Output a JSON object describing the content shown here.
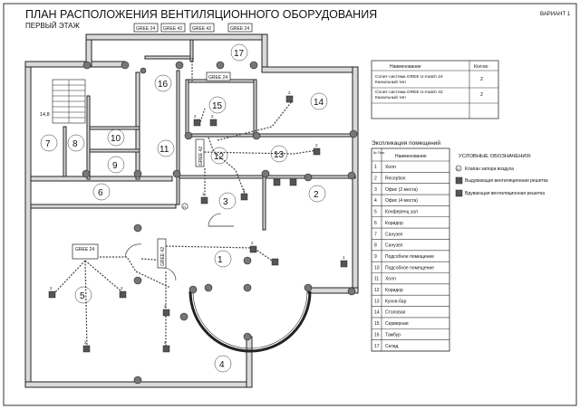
{
  "title": "ПЛАН РАСПОЛОЖЕНИЯ ВЕНТИЛЯЦИОННОГО ОБОРУДОВАНИЯ",
  "subtitle": "ПЕРВЫЙ ЭТАЖ",
  "variant": "ВАРИАНТ 1",
  "units": {
    "u24": "GREE 24",
    "u42": "GREE 42"
  },
  "dim_label": "14,8",
  "grille_numbers": {
    "two": "2",
    "one": "1"
  },
  "rooms": [
    "1",
    "2",
    "3",
    "4",
    "5",
    "6",
    "7",
    "8",
    "9",
    "10",
    "11",
    "12",
    "13",
    "14",
    "15",
    "16",
    "17"
  ],
  "equipment_table": {
    "headers": [
      "Наименование",
      "Кол-во"
    ],
    "rows": [
      {
        "name_line1": "Сплит-система GREE U-match 24",
        "name_line2": "Канальный тип",
        "qty": "2"
      },
      {
        "name_line1": "Сплит-система GREE U-match 42",
        "name_line2": "Канальный тип",
        "qty": "2"
      }
    ]
  },
  "explication": {
    "title": "Экспликация помещений",
    "headers": [
      "№ Пом.",
      "Наименование"
    ],
    "rows": [
      [
        "1",
        "Холл"
      ],
      [
        "2",
        "Reception"
      ],
      [
        "3",
        "Офис (2 места)"
      ],
      [
        "4",
        "Офис (4 места)"
      ],
      [
        "5",
        "Конференц зал"
      ],
      [
        "6",
        "Коридор"
      ],
      [
        "7",
        "Санузел"
      ],
      [
        "8",
        "Санузел"
      ],
      [
        "9",
        "Подсобное помещение"
      ],
      [
        "10",
        "Подсобное помещение"
      ],
      [
        "11",
        "Холл"
      ],
      [
        "12",
        "Коридор"
      ],
      [
        "13",
        "Кухня-бар"
      ],
      [
        "14",
        "Столовая"
      ],
      [
        "15",
        "Серверная"
      ],
      [
        "16",
        "Тамбур"
      ],
      [
        "17",
        "Склад"
      ]
    ]
  },
  "legend": {
    "title": "УСЛОВНЫЕ ОБОЗНАЧЕНИЯ:",
    "items": [
      {
        "symbol": "D",
        "label": "Клапан запора воздуха"
      },
      {
        "symbol": "",
        "label": "Выдувающая вентиляционная решетка"
      },
      {
        "symbol": "",
        "label": "Вдувающая вентиляционная решетка"
      }
    ]
  },
  "colors": {
    "wall": "#d9d9d9",
    "line": "#222222",
    "grille": "#555555"
  }
}
